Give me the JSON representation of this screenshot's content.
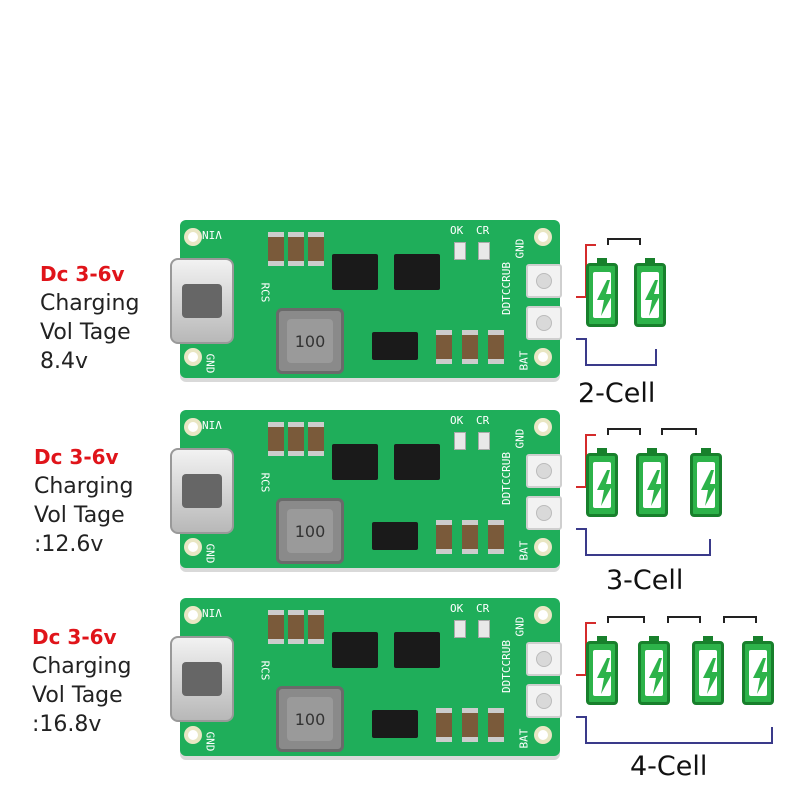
{
  "rows": [
    {
      "dc": "Dc 3-6v",
      "line1": "Charging",
      "line2": "Vol Tage",
      "line3": "8.4v",
      "cells_label": "2-Cell",
      "cells": 2
    },
    {
      "dc": "Dc 3-6v",
      "line1": "Charging",
      "line2": "Vol Tage",
      "line3": ":12.6v",
      "cells_label": "3-Cell",
      "cells": 3
    },
    {
      "dc": "Dc 3-6v",
      "line1": "Charging",
      "line2": "Vol Tage",
      "line3": ":16.8v",
      "cells_label": "4-Cell",
      "cells": 4
    }
  ],
  "board": {
    "vin": "VIN",
    "gnd_left": "GND",
    "ok": "OK",
    "cr": "CR",
    "gnd_right": "GND",
    "bat": "BAT",
    "rcs": "RCS",
    "ddtcc": "DDTCCRUB",
    "inductor": "100"
  },
  "colors": {
    "accent_red": "#e0141a",
    "pcb_green": "#1fae5a",
    "cell_green": "#2db34a"
  }
}
